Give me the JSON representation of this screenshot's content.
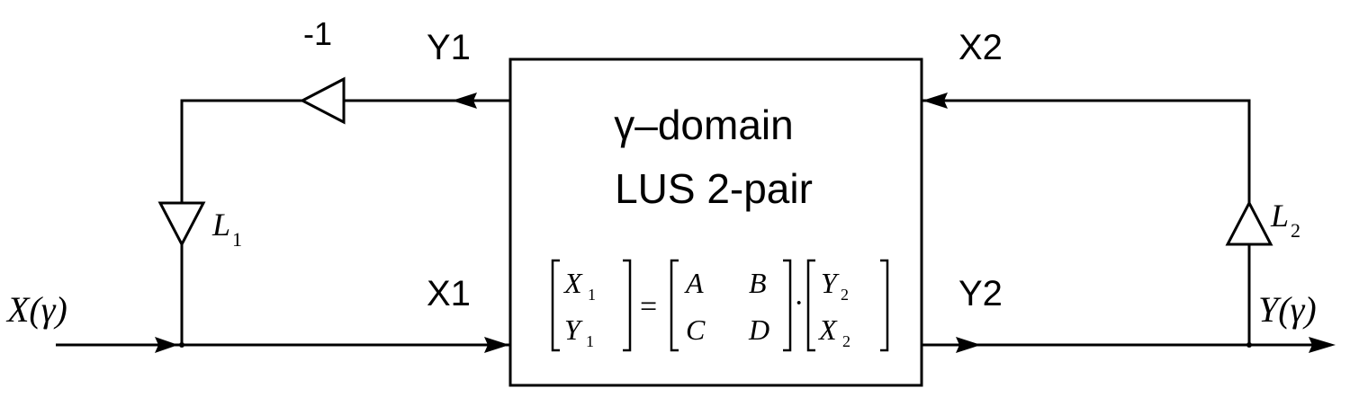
{
  "block": {
    "title_line1": "γ–domain",
    "title_line2": "LUS 2-pair"
  },
  "equation": {
    "lhs": [
      "X",
      "1",
      "Y",
      "1"
    ],
    "eq": "=",
    "matrix": [
      "A",
      "B",
      "C",
      "D"
    ],
    "dot": "·",
    "rhs": [
      "Y",
      "2",
      "X",
      "2"
    ]
  },
  "signals": {
    "x1": "X1",
    "y1": "Y1",
    "x2": "X2",
    "y2": "Y2",
    "input": "X(γ)",
    "output": "Y(γ)"
  },
  "gains": {
    "minus_one": "-1",
    "l1": "L",
    "l1_sub": "1",
    "l2": "L",
    "l2_sub": "2"
  },
  "colors": {
    "stroke": "#000000",
    "background": "#ffffff"
  }
}
